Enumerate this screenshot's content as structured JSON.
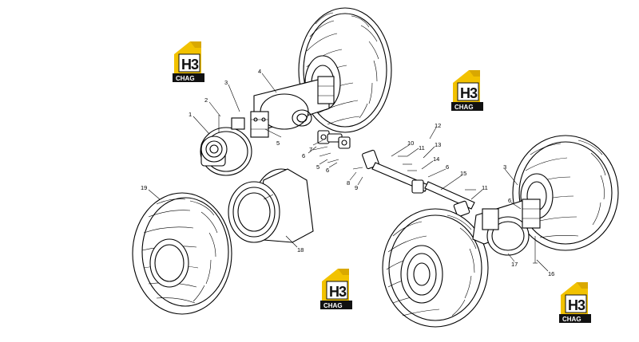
{
  "watermark": {
    "letters": "H",
    "digit": "3",
    "subtitle": "CHAG",
    "color": "#f2c200"
  },
  "callouts": [
    {
      "id": "c1",
      "label": "1"
    },
    {
      "id": "c2",
      "label": "2"
    },
    {
      "id": "c3a",
      "label": "3"
    },
    {
      "id": "c4",
      "label": "4"
    },
    {
      "id": "c5a",
      "label": "5"
    },
    {
      "id": "c6a",
      "label": "6"
    },
    {
      "id": "c7",
      "label": "7"
    },
    {
      "id": "c5b",
      "label": "5"
    },
    {
      "id": "c6b",
      "label": "6"
    },
    {
      "id": "c8",
      "label": "8"
    },
    {
      "id": "c9",
      "label": "9"
    },
    {
      "id": "c10",
      "label": "10"
    },
    {
      "id": "c11a",
      "label": "11"
    },
    {
      "id": "c12",
      "label": "12"
    },
    {
      "id": "c13",
      "label": "13"
    },
    {
      "id": "c14",
      "label": "14"
    },
    {
      "id": "c6c",
      "label": "6"
    },
    {
      "id": "c15",
      "label": "15"
    },
    {
      "id": "c11b",
      "label": "11"
    },
    {
      "id": "c3b",
      "label": "3"
    },
    {
      "id": "c6d",
      "label": "6"
    },
    {
      "id": "c16",
      "label": "16"
    },
    {
      "id": "c17",
      "label": "17"
    },
    {
      "id": "c18",
      "label": "18"
    },
    {
      "id": "c19",
      "label": "19"
    }
  ]
}
